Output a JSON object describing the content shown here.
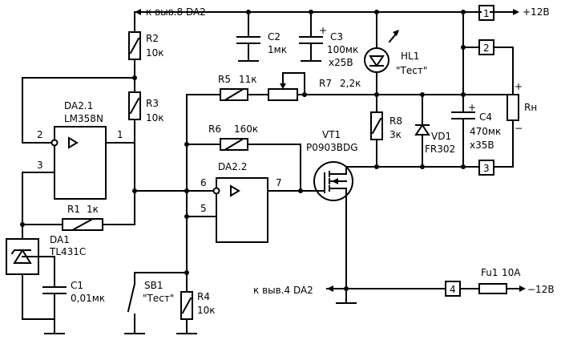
{
  "labels": {
    "pin8": "к выв.8 DA2",
    "pin4": "к выв.4 DA2",
    "plus12": "+12В",
    "minus12": "−12В",
    "R2": "R2",
    "R2v": "10к",
    "R3": "R3",
    "R3v": "10к",
    "DA21": "DA2.1",
    "DA21t": "LM358N",
    "DA22": "DA2.2",
    "R1": "R1",
    "R1v": "1к",
    "DA1": "DA1",
    "DA1t": "TL431C",
    "C1": "C1",
    "C1v": "0,01мк",
    "SB1": "SB1",
    "SB1v": "\"Тест\"",
    "R4": "R4",
    "R4v": "10к",
    "R5": "R5",
    "R5v": "11к",
    "R6": "R6",
    "R6v": "160к",
    "R7": "R7",
    "R7v": "2,2к",
    "C2": "C2",
    "C2v": "1мк",
    "C3": "C3",
    "C3v1": "100мк",
    "C3v2": "х25В",
    "HL1": "HL1",
    "HL1v": "\"Тест\"",
    "R8": "R8",
    "R8v": "3к",
    "VD1": "VD1",
    "VD1v": "FR302",
    "VT1": "VT1",
    "VT1v": "P0903BDG",
    "C4": "C4",
    "C4v1": "470мк",
    "C4v2": "х35В",
    "Rn": "Rн",
    "Fu1": "Fu1",
    "Fu1v": "10А",
    "pin1": "1",
    "pin2": "2",
    "pin3": "3",
    "pin4n": "4",
    "p5": "5",
    "p6": "6",
    "p7": "7",
    "opa2": "2",
    "opa3": "3",
    "opa1": "1",
    "plus": "+",
    "minus": "−"
  }
}
